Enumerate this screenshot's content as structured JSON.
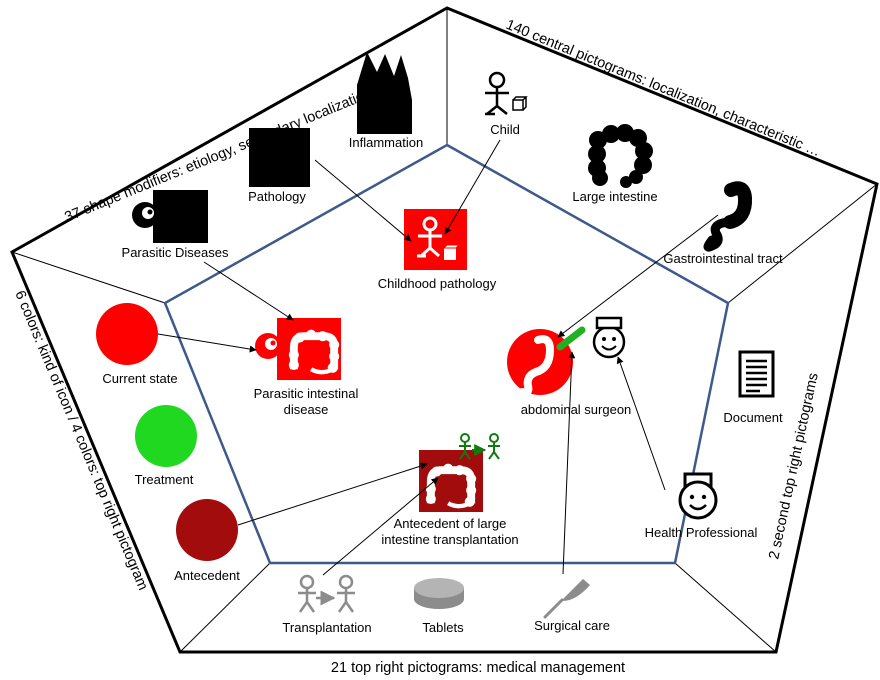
{
  "sections": {
    "top_left": "37 shape modifiers: etiology, secondary localization…",
    "top_right": "140 central pictograms: localization, characteristic …",
    "left": "6 colors: kind of icon / 4 colors: top right pictogram",
    "right": "2 second top right pictograms",
    "bottom": "21 top right pictograms: medical management"
  },
  "labels": {
    "inflammation": "Inflammation",
    "child": "Child",
    "large_intestine": "Large intestine",
    "gastrointestinal_tract": "Gastrointestinal tract",
    "pathology": "Pathology",
    "parasitic_diseases": "Parasitic Diseases",
    "childhood_pathology": "Childhood pathology",
    "current_state": "Current state",
    "treatment": "Treatment",
    "antecedent": "Antecedent",
    "parasitic_intestinal_disease_1": "Parasitic intestinal",
    "parasitic_intestinal_disease_2": "disease",
    "abdominal_surgeon": "abdominal surgeon",
    "document": "Document",
    "health_professional": "Health Professional",
    "antecedent_transplant_1": "Antecedent of large",
    "antecedent_transplant_2": "intestine transplantation",
    "transplantation": "Transplantation",
    "tablets": "Tablets",
    "surgical_care": "Surgical care"
  },
  "colors": {
    "outline": "#000000",
    "inner_pentagon": "#3d5a8a",
    "current_state_red": "#ff0000",
    "treatment_green": "#1fd81f",
    "antecedent_darkred": "#a20c0c",
    "scalpel_green": "#22b022",
    "transplant_green": "#117a11",
    "gray_pictogram": "#8c8c8c"
  },
  "icons": [
    "inflammation-icon",
    "child-icon",
    "large-intestine-icon",
    "gastrointestinal-tract-icon",
    "pathology-square-icon",
    "parasitic-square-icon",
    "childhood-pathology-icon",
    "current-state-circle",
    "treatment-circle",
    "antecedent-circle",
    "parasitic-intestinal-disease-icon",
    "abdominal-surgeon-icon",
    "document-icon",
    "health-professional-icon",
    "antecedent-transplant-icon",
    "transplantation-icon",
    "tablets-icon",
    "surgical-care-icon"
  ]
}
